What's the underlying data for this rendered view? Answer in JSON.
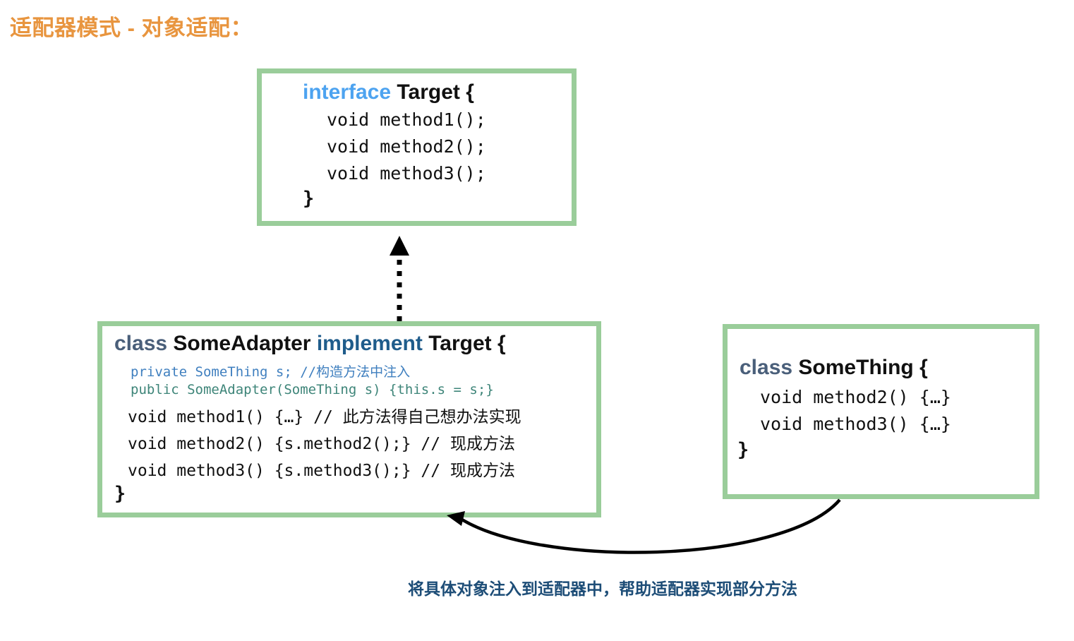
{
  "page": {
    "title": "适配器模式 - 对象适配：",
    "title_color": "#e8953f",
    "background": "#ffffff",
    "box_border_color": "#9acd9a"
  },
  "target_box": {
    "keyword": "interface",
    "keyword_color": "#4da3f0",
    "name": "Target {",
    "methods": [
      "void method1();",
      "void method2();",
      "void method3();"
    ],
    "closing_brace": "}"
  },
  "adapter_box": {
    "keyword": "class",
    "keyword_color": "#4a5f7a",
    "name": "SomeAdapter",
    "implement_keyword": "implement",
    "implement_color": "#1f5c8b",
    "supertype": "Target {",
    "field_line": "private SomeThing s; //构造方法中注入",
    "field_line_color": "#3f7fbf",
    "constructor_line": "public SomeAdapter(SomeThing s) {this.s = s;}",
    "constructor_line_color": "#3e8579",
    "methods": [
      "void method1() {…} // 此方法得自己想办法实现",
      "void method2() {s.method2();} // 现成方法",
      "void method3() {s.method3();} // 现成方法"
    ],
    "closing_brace": "}"
  },
  "something_box": {
    "keyword": "class",
    "keyword_color": "#4a5f7a",
    "name": "SomeThing {",
    "methods": [
      "void method2() {…}",
      "void method3() {…}"
    ],
    "closing_brace": "}"
  },
  "connectors": {
    "implements_arrow": "dotted-line-hollow-triangle-up",
    "injection_arrow": "curved-solid-arrow-right-to-left"
  },
  "caption": {
    "text": "将具体对象注入到适配器中，帮助适配器实现部分方法",
    "color": "#1d4d77"
  }
}
